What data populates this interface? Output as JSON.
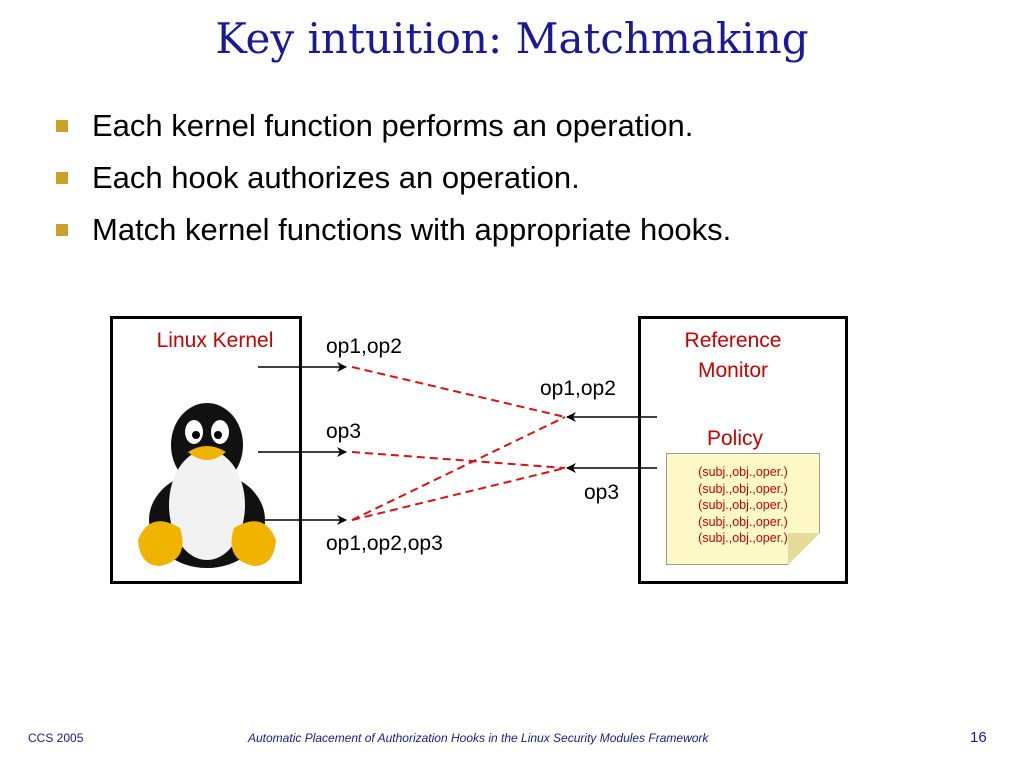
{
  "title": "Key intuition: Matchmaking",
  "bullets": [
    "Each kernel function performs an operation.",
    "Each hook authorizes an operation.",
    "Match kernel functions with appropriate hooks."
  ],
  "diagram": {
    "kernel_label": "Linux Kernel",
    "monitor_label_line1": "Reference",
    "monitor_label_line2": "Monitor",
    "policy_label": "Policy",
    "policy_rows": [
      "(subj.,obj.,oper.)",
      "(subj.,obj.,oper.)",
      "(subj.,obj.,oper.)",
      "(subj.,obj.,oper.)",
      "(subj.,obj.,oper.)"
    ],
    "kernel_ops": [
      "op1,op2",
      "op3",
      "op1,op2,op3"
    ],
    "hook_ops": [
      "op1,op2",
      "op3"
    ]
  },
  "footer": {
    "left": "CCS 2005",
    "center": "Automatic Placement of Authorization Hooks in the Linux Security Modules Framework",
    "page": "16"
  },
  "colors": {
    "title": "#1a1a99",
    "bullet": "#c9a227",
    "accent_red": "#cc0000",
    "note_bg": "#fff9c8"
  }
}
